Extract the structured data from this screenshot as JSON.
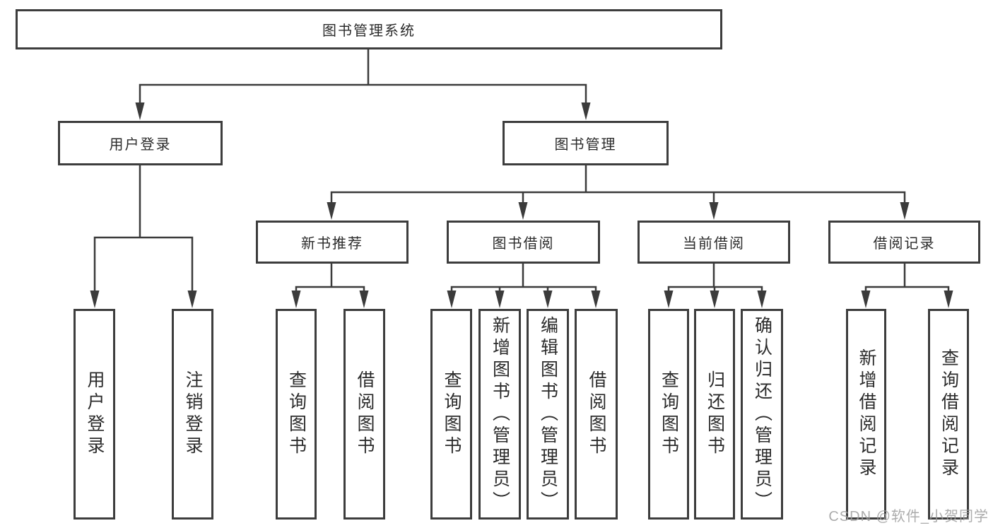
{
  "diagram": {
    "title": "图书管理系统",
    "root": {
      "label": "图书管理系统"
    },
    "level2": [
      {
        "label": "用户登录"
      },
      {
        "label": "图书管理"
      }
    ],
    "level3": [
      {
        "label": "新书推荐"
      },
      {
        "label": "图书借阅"
      },
      {
        "label": "当前借阅"
      },
      {
        "label": "借阅记录"
      }
    ],
    "leaves": {
      "user_login": [
        "用户登录",
        "注销登录"
      ],
      "new_books": [
        "查询图书",
        "借阅图书"
      ],
      "book_borrow": [
        "查询图书",
        "新增图书（管理员）",
        "编辑图书（管理员）",
        "借阅图书"
      ],
      "current_borrow": [
        "查询图书",
        "归还图书",
        "确认归还（管理员）"
      ],
      "borrow_records": [
        "新增借阅记录",
        "查询借阅记录"
      ]
    }
  },
  "watermark": {
    "text": "CSDN @软件_小贺同学"
  },
  "colors": {
    "line": "#3b3b3b",
    "box_border": "#3d3d3d",
    "text": "#2b2b2b",
    "watermark": "#9e9e9e",
    "background": "#ffffff"
  }
}
